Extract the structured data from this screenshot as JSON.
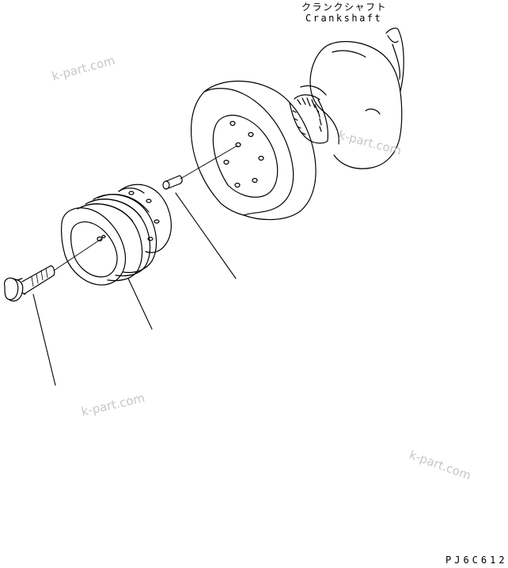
{
  "callouts": {
    "crankshaft_jp": "クランクシャフト",
    "crankshaft_en": "Crankshaft"
  },
  "figure_code": "PJ6C612",
  "watermarks": [
    "k-part.com",
    "k-part.com",
    "k-part.com",
    "k-part.com"
  ],
  "colors": {
    "line": "#000000",
    "watermark": "#c7c7c7",
    "background": "#ffffff"
  },
  "parts": [
    "crankshaft",
    "flywheel-damper",
    "dowel-pin",
    "crankshaft-pulley",
    "flange-bolt"
  ]
}
